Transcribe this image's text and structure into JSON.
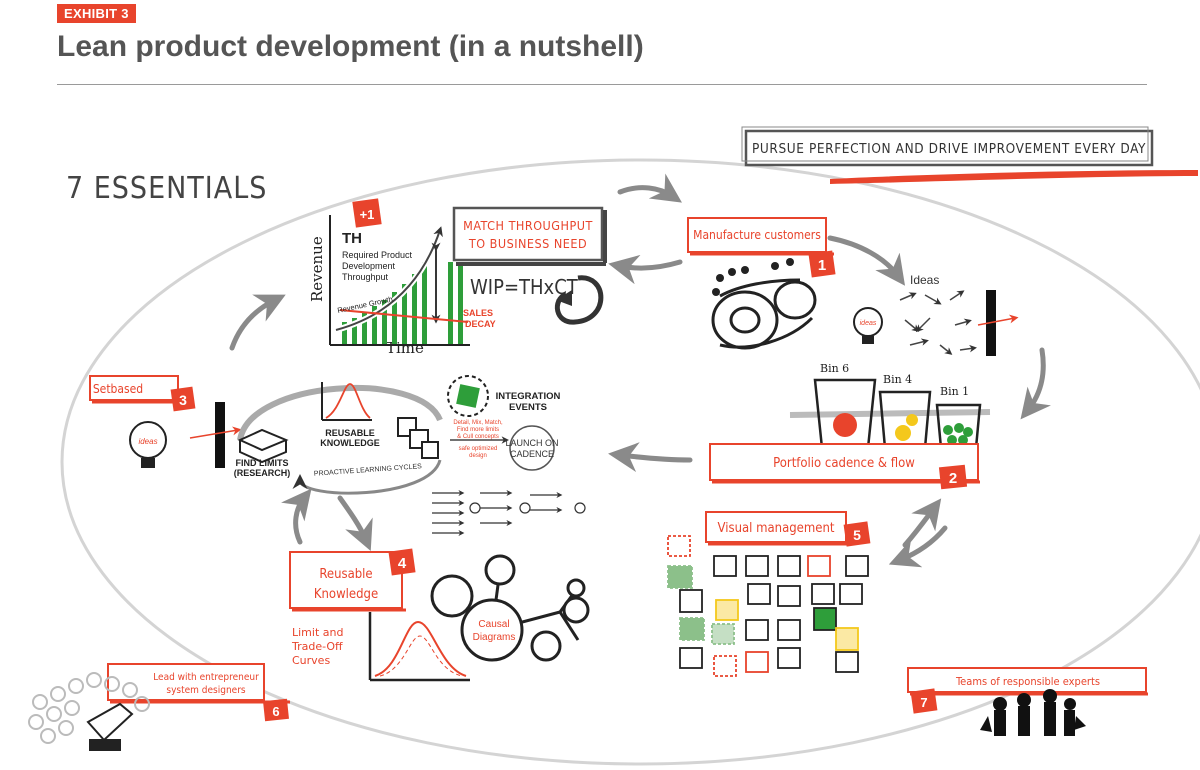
{
  "header": {
    "exhibit": "EXHIBIT 3",
    "title": "Lean product development (in a nutshell)"
  },
  "diagram": {
    "essentials_label": "7 ESSENTIALS",
    "banner": "PURSUE PERFECTION AND DRIVE IMPROVEMENT EVERY DAY",
    "essentials": [
      {
        "number": "1",
        "label": "Manufacture customers"
      },
      {
        "number": "2",
        "label": "Portfolio cadence & flow"
      },
      {
        "number": "3",
        "label": "Setbased"
      },
      {
        "number": "4",
        "label_line1": "Reusable",
        "label_line2": "Knowledge"
      },
      {
        "number": "5",
        "label": "Visual management"
      },
      {
        "number": "6",
        "label_line1": "Lead with entrepreneur",
        "label_line2": "system designers"
      },
      {
        "number": "7",
        "label": "Teams of responsible experts"
      }
    ],
    "throughput_panel": {
      "tag": "+1",
      "match_line1": "MATCH THROUGHPUT",
      "match_line2": "TO BUSINESS NEED",
      "th": "TH",
      "th_desc_1": "Required Product",
      "th_desc_2": "Development",
      "th_desc_3": "Throughput",
      "revenue": "Revenue",
      "time": "Time",
      "revenue_growth": "Revenue Growth",
      "sales_decay_1": "SALES",
      "sales_decay_2": "DECAY",
      "formula": "WIP=THxCT"
    },
    "ideas_label": "Ideas",
    "ideas_bulb": "ideas",
    "bins": [
      "Bin 6",
      "Bin 4",
      "Bin 1"
    ],
    "learning": {
      "reusable_knowledge": "REUSABLE",
      "reusable_knowledge_2": "KNOWLEDGE",
      "integration_1": "INTEGRATION",
      "integration_2": "EVENTS",
      "detail_1": "Detail, Mix, Match,",
      "detail_2": "Find more limits",
      "detail_3": "& Cull concepts",
      "safe_1": "safe optimized",
      "safe_2": "design",
      "launch_1": "LAUNCH ON",
      "launch_2": "CADENCE",
      "find_limits_1": "FIND LIMITS",
      "find_limits_2": "(RESEARCH)",
      "proactive": "PROACTIVE LEARNING CYCLES"
    },
    "curves_1": "Limit and",
    "curves_2": "Trade-Off",
    "curves_3": "Curves",
    "causal_1": "Causal",
    "causal_2": "Diagrams",
    "colors": {
      "accent": "#e8442c",
      "green": "#2e9e3a",
      "yellow": "#f4c81c",
      "grey": "#9a9a9a"
    }
  }
}
